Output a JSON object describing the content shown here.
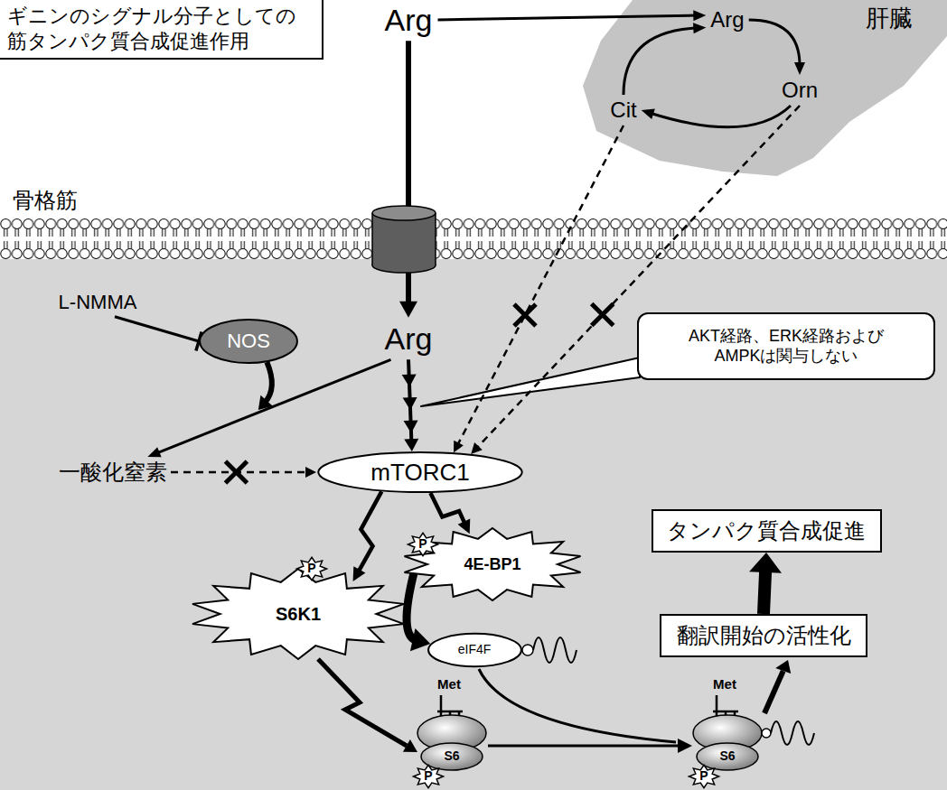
{
  "diagram": {
    "nodes": [
      {
        "text": [
          "ギニンのシグナル分子としての 筋タンパク質合成促進作用"
        ]
      },
      {
        "text": [
          "Arg"
        ]
      },
      {
        "text": [
          "肝臓"
        ]
      },
      {
        "text": [
          "Arg"
        ],
        "in": 2
      },
      {
        "text": [
          "Orn"
        ],
        "in": 2
      },
      {
        "text": [
          "Cit"
        ],
        "in": 2
      },
      {
        "text": [
          "骨格筋"
        ]
      },
      {
        "text": [
          "Arg"
        ],
        "in": 6
      },
      {
        "text": [
          "L-NMMA"
        ],
        "in": 6
      },
      {
        "text": [
          "NOS"
        ],
        "in": 6
      },
      {
        "text": [
          "AKT経路、ERK経路および AMPKは関与しない"
        ],
        "in": 6
      },
      {
        "text": [
          "一酸化窒素"
        ],
        "in": 6
      },
      {
        "text": [
          "mTORC1"
        ],
        "in": 6
      },
      {
        "text": [
          "S6K1"
        ],
        "in": 6
      },
      {
        "text": [
          "4E-BP1"
        ],
        "in": 6
      },
      {
        "text": [
          "eIF4F"
        ],
        "in": 6
      },
      {
        "text": [
          "翻訳開始の活性化"
        ],
        "in": 6
      },
      {
        "text": [
          "タンパク質合成促進"
        ],
        "in": 6
      }
    ],
    "edges": [
      {
        "from": 1,
        "to": 3,
        "arrow": "to"
      },
      {
        "from": 1,
        "to": 7,
        "arrow": "to"
      },
      {
        "from": 3,
        "to": 4,
        "arrow": "to"
      },
      {
        "from": 4,
        "to": 5,
        "arrow": "to"
      },
      {
        "from": 5,
        "to": 3,
        "arrow": "to"
      },
      {
        "from": 5,
        "to": 12,
        "arrow": "to"
      },
      {
        "from": 4,
        "to": 12,
        "arrow": "to"
      },
      {
        "from": 7,
        "to": 12,
        "arrow": "to"
      },
      {
        "from": 7,
        "to": 11,
        "arrow": "to"
      },
      {
        "from": 8,
        "to": 9,
        "arrow": "to"
      },
      {
        "from": 11,
        "to": 12,
        "arrow": "to"
      },
      {
        "from": 12,
        "to": 13,
        "arrow": "to"
      },
      {
        "from": 12,
        "to": 14,
        "arrow": "to"
      },
      {
        "from": 14,
        "to": 15,
        "arrow": "to"
      },
      {
        "from": 16,
        "to": 17,
        "arrow": "to"
      }
    ],
    "labels": [
      "P",
      "P",
      "Met",
      "S6",
      "P",
      "Met",
      "S6",
      "P"
    ]
  }
}
